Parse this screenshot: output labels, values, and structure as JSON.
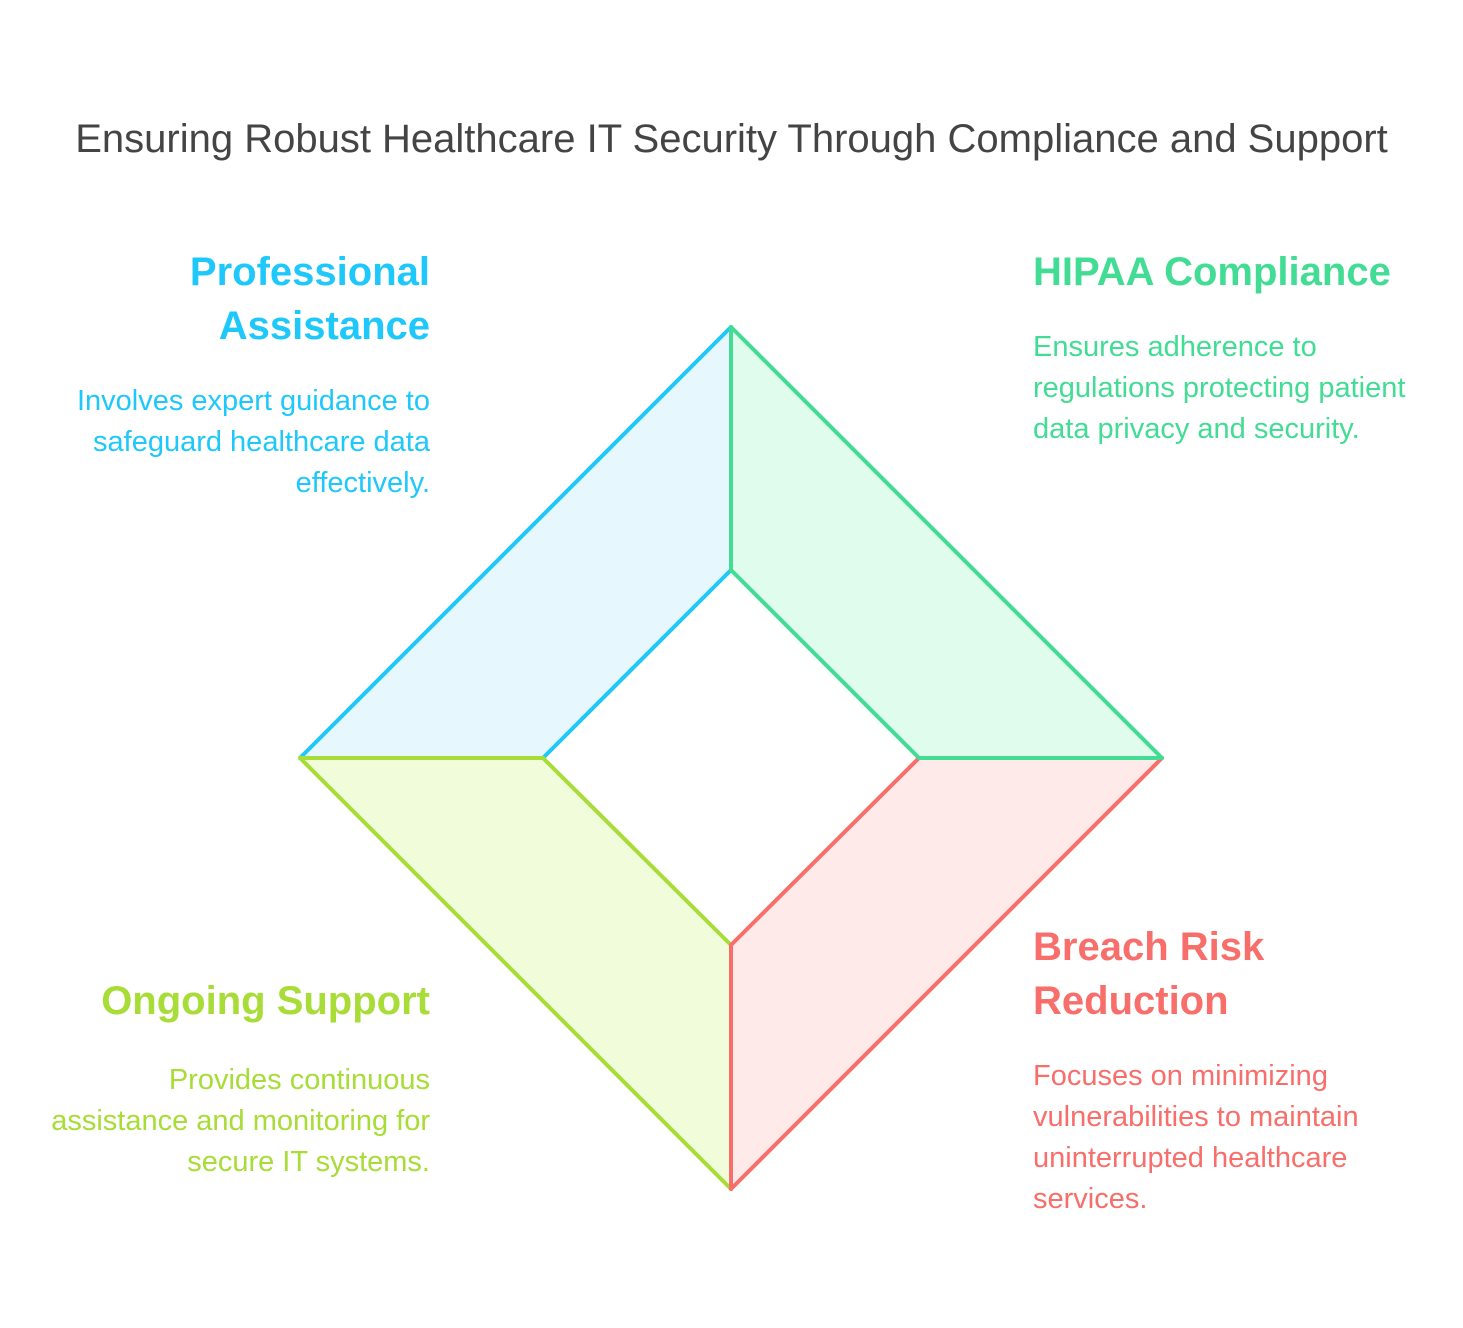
{
  "title": "Ensuring Robust Healthcare IT Security Through Compliance and Support",
  "quadrants": [
    {
      "id": "professional-assistance",
      "position": "top-left",
      "heading": "Professional Assistance",
      "description": "Involves expert guidance to safeguard healthcare data effectively.",
      "stroke": "#1ec8fa",
      "fill": "#e6f8fe"
    },
    {
      "id": "hipaa-compliance",
      "position": "top-right",
      "heading": "HIPAA Compliance",
      "description": "Ensures adherence to regulations protecting patient data privacy and security.",
      "stroke": "#42dc94",
      "fill": "#e0fcec"
    },
    {
      "id": "ongoing-support",
      "position": "bottom-left",
      "heading": "Ongoing Support",
      "description": "Provides continuous assistance and monitoring for secure IT systems.",
      "stroke": "#a8dc37",
      "fill": "#f1fcda"
    },
    {
      "id": "breach-risk-reduction",
      "position": "bottom-right",
      "heading": "Breach Risk Reduction",
      "description": "Focuses on minimizing vulnerabilities to maintain uninterrupted healthcare services.",
      "stroke": "#f86e6a",
      "fill": "#ffeaea"
    }
  ]
}
